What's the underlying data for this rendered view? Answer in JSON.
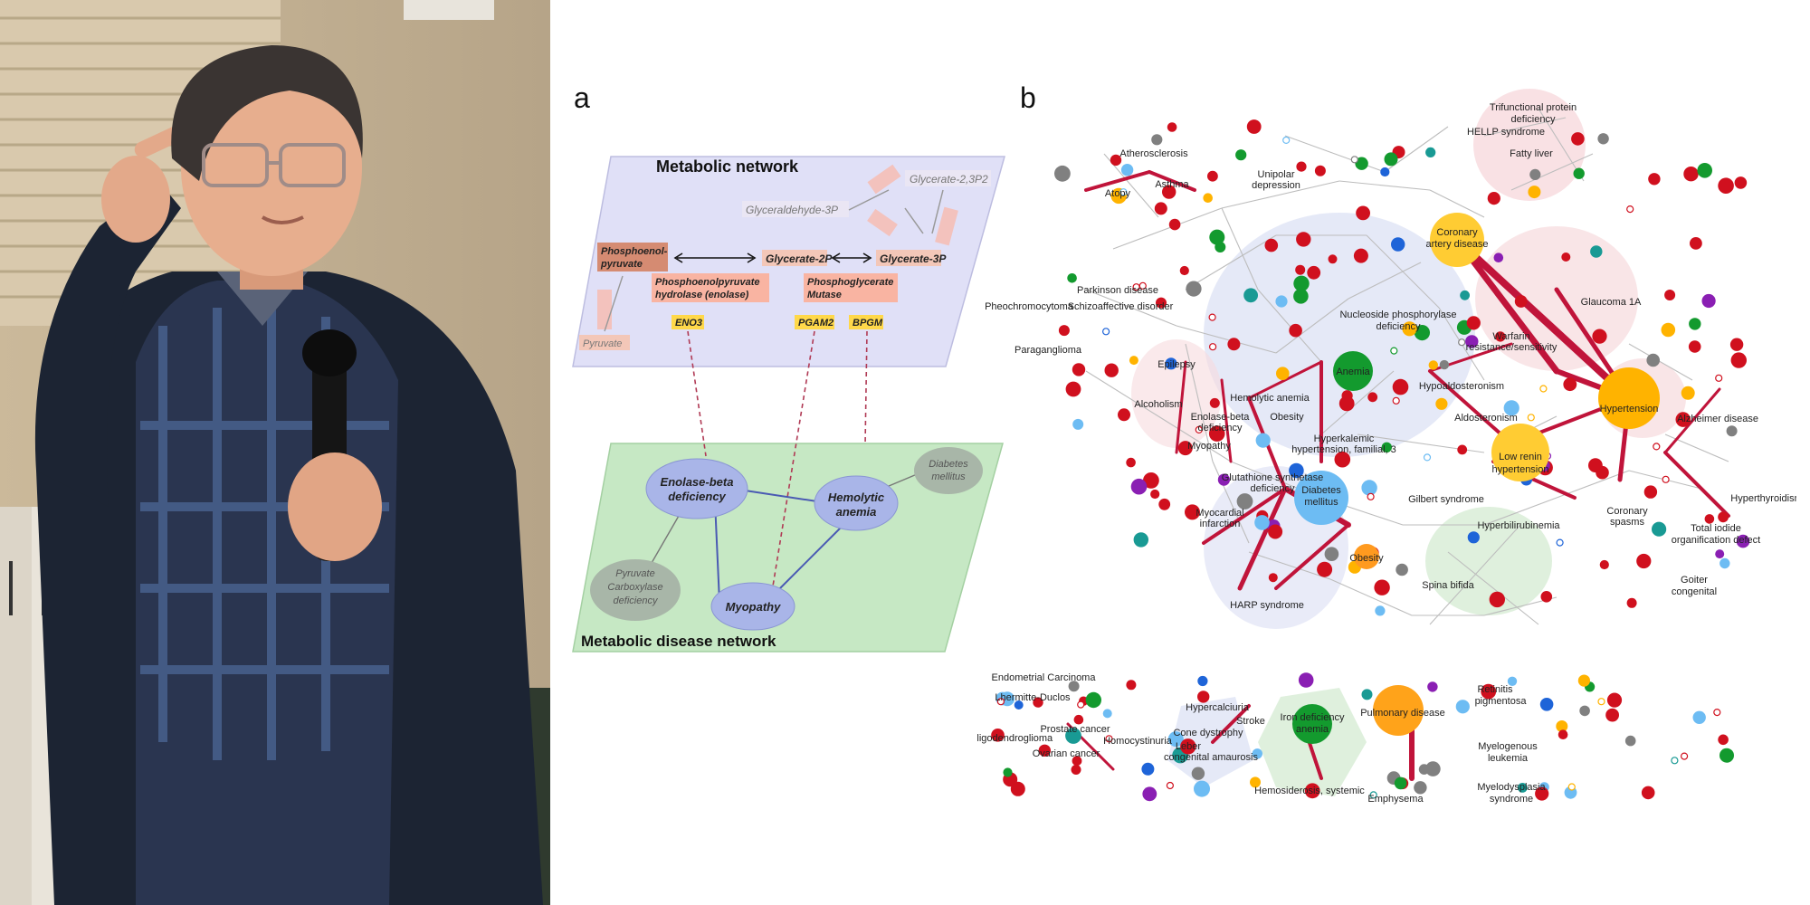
{
  "panel_a": {
    "letter": "a",
    "metabolic_network_title": "Metabolic network",
    "metabolic_disease_network_title": "Metabolic disease network",
    "metabolites": [
      {
        "id": "m1",
        "label": "Glycerate-2,3P2"
      },
      {
        "id": "m2",
        "label": "Glyceraldehyde-3P"
      },
      {
        "id": "m3",
        "label": "Phosphoenol-"
      },
      {
        "id": "m3b",
        "label": "pyruvate"
      },
      {
        "id": "m4",
        "label": "Glycerate-2P"
      },
      {
        "id": "m5",
        "label": "Glycerate-3P"
      },
      {
        "id": "m6",
        "label": "Pyruvate"
      }
    ],
    "enzymes": [
      {
        "id": "e1",
        "label": "Phosphoenolpyruvate"
      },
      {
        "id": "e1b",
        "label": "hydrolase (enolase)"
      },
      {
        "id": "e2",
        "label": "Phosphoglycerate"
      },
      {
        "id": "e2b",
        "label": "Mutase"
      }
    ],
    "genes": [
      "ENO3",
      "PGAM2",
      "BPGM"
    ],
    "diseases": [
      {
        "id": "d1",
        "lines": [
          "Enolase-beta",
          "deficiency"
        ],
        "highlight": true
      },
      {
        "id": "d2",
        "lines": [
          "Hemolytic",
          "anemia"
        ],
        "highlight": true
      },
      {
        "id": "d3",
        "lines": [
          "Myopathy"
        ],
        "highlight": true
      },
      {
        "id": "d4",
        "lines": [
          "Diabetes",
          "mellitus"
        ],
        "highlight": false
      },
      {
        "id": "d5",
        "lines": [
          "Pyruvate",
          "Carboxylase",
          "deficiency"
        ],
        "highlight": false
      }
    ]
  },
  "panel_b": {
    "letter": "b",
    "labels": [
      {
        "id": "l1",
        "text": "Atherosclerosis"
      },
      {
        "id": "l2",
        "text": "Asthma"
      },
      {
        "id": "l3",
        "text": "Atopy"
      },
      {
        "id": "l4",
        "text": "Unipolar"
      },
      {
        "id": "l4b",
        "text": "depression"
      },
      {
        "id": "l5",
        "text": "Trifunctional protein"
      },
      {
        "id": "l5b",
        "text": "deficiency"
      },
      {
        "id": "l6",
        "text": "HELLP syndrome"
      },
      {
        "id": "l7",
        "text": "Fatty liver"
      },
      {
        "id": "l8",
        "text": "Coronary"
      },
      {
        "id": "l8b",
        "text": "artery disease"
      },
      {
        "id": "l9",
        "text": "Parkinson disease"
      },
      {
        "id": "l10",
        "text": "Schizoaffective disorder"
      },
      {
        "id": "l11",
        "text": "Pheochromocytoma"
      },
      {
        "id": "l12",
        "text": "Paraganglioma"
      },
      {
        "id": "l13",
        "text": "Nucleoside phosphorylase"
      },
      {
        "id": "l13b",
        "text": "deficiency"
      },
      {
        "id": "l14",
        "text": "Glaucoma 1A"
      },
      {
        "id": "l15",
        "text": "Warfarin"
      },
      {
        "id": "l15b",
        "text": "resistance/sensitivity"
      },
      {
        "id": "l16",
        "text": "Epilepsy"
      },
      {
        "id": "l17",
        "text": "Anemia"
      },
      {
        "id": "l18",
        "text": "Hypoaldosteronism"
      },
      {
        "id": "l19",
        "text": "Alcoholism"
      },
      {
        "id": "l20",
        "text": "Hemolytic anemia"
      },
      {
        "id": "l21",
        "text": "Enolase-beta"
      },
      {
        "id": "l21b",
        "text": "deficiency"
      },
      {
        "id": "l22",
        "text": "Myopathy"
      },
      {
        "id": "l23",
        "text": "Obesity"
      },
      {
        "id": "l24",
        "text": "Aldosteronism"
      },
      {
        "id": "l25",
        "text": "Hypertension"
      },
      {
        "id": "l26",
        "text": "Alzheimer disease"
      },
      {
        "id": "l27",
        "text": "Hyperkalemic"
      },
      {
        "id": "l27b",
        "text": "hypertension, familial, 3"
      },
      {
        "id": "l28",
        "text": "Low renin"
      },
      {
        "id": "l28b",
        "text": "hypertension"
      },
      {
        "id": "l29",
        "text": "Glutathione synthetase"
      },
      {
        "id": "l29b",
        "text": "deficiency"
      },
      {
        "id": "l30",
        "text": "Diabetes"
      },
      {
        "id": "l30b",
        "text": "mellitus"
      },
      {
        "id": "l31",
        "text": "Gilbert syndrome"
      },
      {
        "id": "l32",
        "text": "Myocardial"
      },
      {
        "id": "l32b",
        "text": "infarction"
      },
      {
        "id": "l33",
        "text": "Hyperbilirubinemia"
      },
      {
        "id": "l34",
        "text": "Coronary"
      },
      {
        "id": "l34b",
        "text": "spasms"
      },
      {
        "id": "l35",
        "text": "Hyperthyroidism"
      },
      {
        "id": "l36",
        "text": "Total iodide"
      },
      {
        "id": "l36b",
        "text": "organification defect"
      },
      {
        "id": "l37",
        "text": "Obesity"
      },
      {
        "id": "l38",
        "text": "Goiter"
      },
      {
        "id": "l38b",
        "text": "congenital"
      },
      {
        "id": "l39",
        "text": "Spina bifida"
      },
      {
        "id": "l40",
        "text": "HARP syndrome"
      },
      {
        "id": "l41",
        "text": "Endometrial Carcinoma"
      },
      {
        "id": "l42",
        "text": "Lhermitte-Duclos"
      },
      {
        "id": "l43",
        "text": "Oligodendroglioma"
      },
      {
        "id": "l44",
        "text": "Prostate cancer"
      },
      {
        "id": "l45",
        "text": "Ovarian cancer"
      },
      {
        "id": "l46",
        "text": "Homocystinuria"
      },
      {
        "id": "l47",
        "text": "Hypercalciuria"
      },
      {
        "id": "l48",
        "text": "Stroke"
      },
      {
        "id": "l49",
        "text": "Cone dystrophy"
      },
      {
        "id": "l50",
        "text": "Leber"
      },
      {
        "id": "l50b",
        "text": "congenital amaurosis"
      },
      {
        "id": "l51",
        "text": "Iron deficiency"
      },
      {
        "id": "l51b",
        "text": "anemia"
      },
      {
        "id": "l52",
        "text": "Hemosiderosis, systemic"
      },
      {
        "id": "l53",
        "text": "Pulmonary disease"
      },
      {
        "id": "l54",
        "text": "Emphysema"
      },
      {
        "id": "l55",
        "text": "Retinitis"
      },
      {
        "id": "l55b",
        "text": "pigmentosa"
      },
      {
        "id": "l56",
        "text": "Myelogenous"
      },
      {
        "id": "l56b",
        "text": "leukemia"
      },
      {
        "id": "l57",
        "text": "Myelodysplasia"
      },
      {
        "id": "l57b",
        "text": "syndrome"
      }
    ]
  },
  "colors": {
    "metabolic_plane": "#e0e0f7",
    "disease_plane": "#c6e8c4",
    "disease_node": "#a9b5e8",
    "gene_box": "#ffd84a",
    "enzyme_box": "#f9b4a2",
    "metabolite_box": "#f3c7b8",
    "pep_box": "#d58b72",
    "link_red": "#c0143a",
    "node_red": "#d0101e",
    "node_orange": "#ffb300",
    "node_gold": "#ffcc33",
    "node_green": "#139a2e",
    "node_lightblue": "#6dbcf3",
    "node_blue": "#1e64d8",
    "node_teal": "#199a94",
    "node_purple": "#8a1fb3",
    "node_gray": "#808080"
  }
}
